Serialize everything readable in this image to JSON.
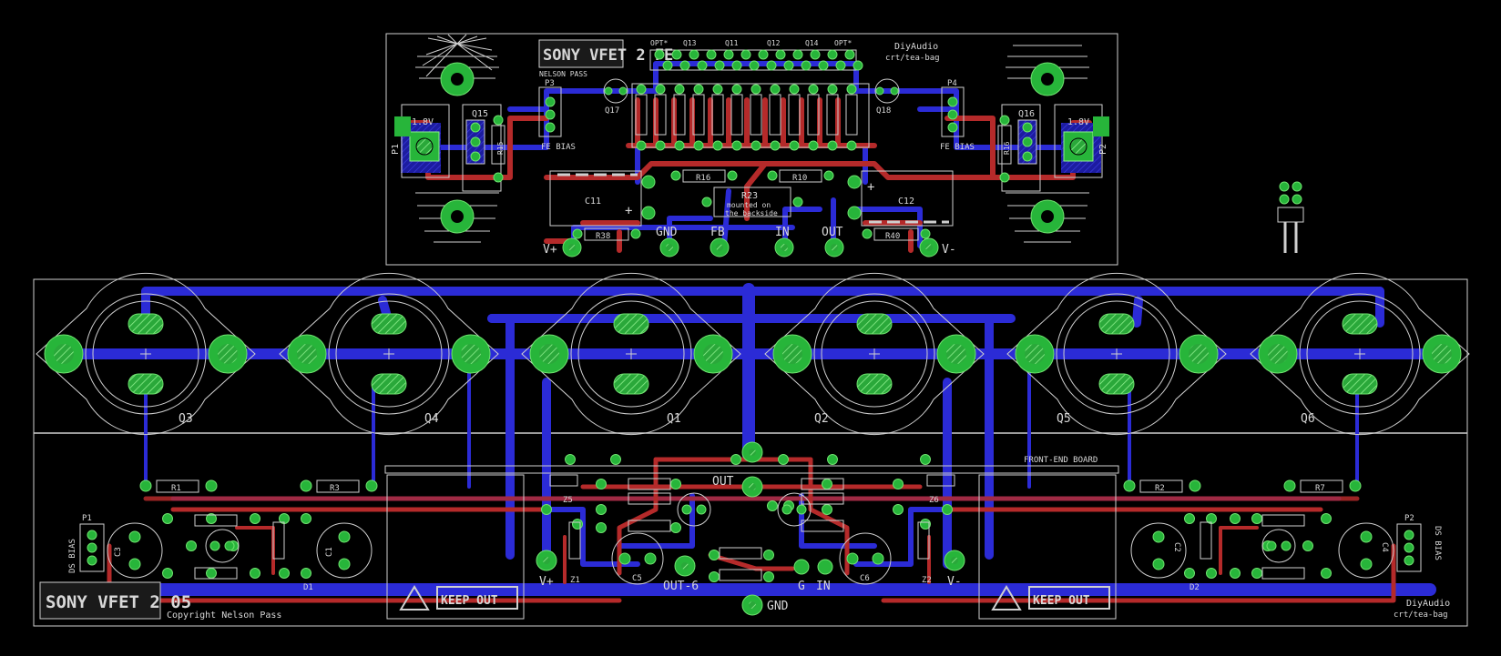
{
  "colors": {
    "background": "#000000",
    "bottom_copper": "#2b2bd6",
    "top_copper": "#b52a2a",
    "pad": "#27b53a",
    "silkscreen": "#cfcfcf"
  },
  "fe_board": {
    "logo_text": "SONY VFET 2 FE",
    "designer": "NELSON PASS",
    "credit_line1": "DiyAudio",
    "credit_line2": "crt/tea-bag",
    "header_labels": [
      "OPT*",
      "Q13",
      "Q11",
      "Q12",
      "Q14",
      "OPT*"
    ],
    "bias_left": "FE BIAS",
    "bias_right": "FE BIAS",
    "trim_left": "P3",
    "trim_right": "P4",
    "pot_left": "P1",
    "pot_right": "P2",
    "voltage_left": "1.8V",
    "voltage_right": "1.8V",
    "q15": "Q15",
    "q16": "Q16",
    "q17": "Q17",
    "q18": "Q18",
    "r15": "R15",
    "r16": "R16",
    "cap_left": "C11",
    "cap_right": "C12",
    "r23": "R23",
    "r23_note1": "mounted on",
    "r23_note2": "the backside",
    "r_mid_left": "R16",
    "r_mid_right": "R10",
    "r_bot_left": "R38",
    "r_bot_right": "R40",
    "pins": [
      "V+",
      "GND",
      "FB",
      "IN",
      "OUT",
      "V-"
    ]
  },
  "main_board": {
    "transistors": [
      "Q3",
      "Q4",
      "Q1",
      "Q2",
      "Q5",
      "Q6"
    ],
    "fe_board_label": "FRONT-END BOARD",
    "keep_out": "KEEP OUT",
    "out_label": "OUT",
    "out6_label": "OUT-6",
    "g_label": "G",
    "in_label": "IN",
    "gnd_label": "GND",
    "vplus": "V+",
    "vminus": "V-",
    "ds_bias_left": "DS BIAS",
    "ds_bias_right": "DS BIAS",
    "p1": "P1",
    "p2": "P2",
    "copyright": "Copyright Nelson Pass",
    "logo_text": "SONY VFET 2 05",
    "credit_line1": "DiyAudio",
    "credit_line2": "crt/tea-bag",
    "resistors_top": [
      "R1",
      "R3",
      "R2",
      "R7"
    ],
    "d1": "D1",
    "d2": "D2",
    "z1": "Z1",
    "z2": "Z2",
    "z5": "Z5",
    "z6": "Z6",
    "c1": "C1",
    "c2": "C2",
    "c3": "C3",
    "c4": "C4",
    "c5": "C5",
    "c6": "C6"
  }
}
